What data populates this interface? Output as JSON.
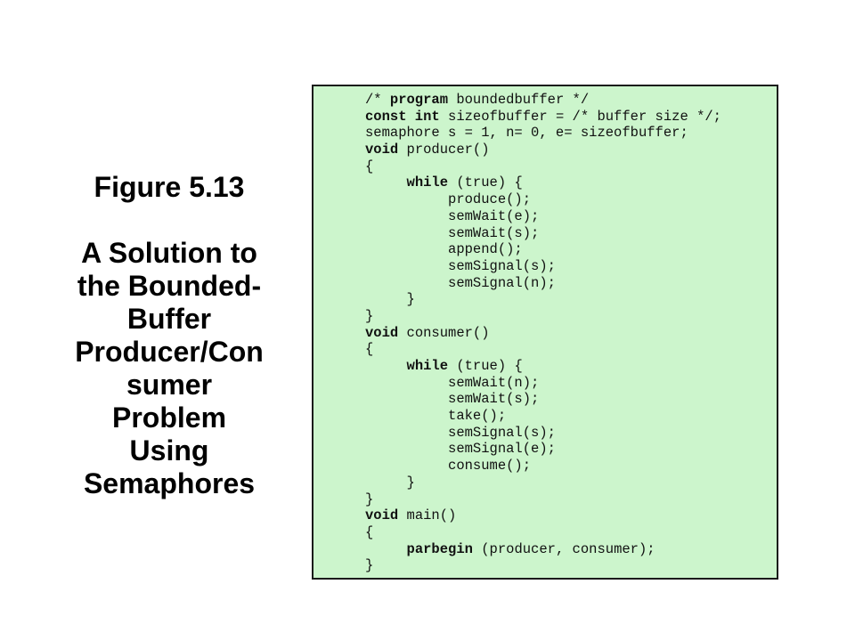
{
  "caption": {
    "figure_number": "Figure 5.13",
    "title_lines": [
      "A Solution to",
      "the Bounded-",
      "Buffer",
      "Producer/Con",
      "sumer",
      "Problem",
      "Using",
      "Semaphores"
    ]
  },
  "code": {
    "background_color": "#ccf5cc",
    "lines": [
      {
        "indent": 0,
        "parts": [
          {
            "t": "/* "
          },
          {
            "t": "program",
            "b": true
          },
          {
            "t": " boundedbuffer */"
          }
        ]
      },
      {
        "indent": 0,
        "parts": [
          {
            "t": "const int",
            "b": true
          },
          {
            "t": " sizeofbuffer = /* buffer size */;"
          }
        ]
      },
      {
        "indent": 0,
        "parts": [
          {
            "t": "semaphore s = 1, n= 0, e= sizeofbuffer;"
          }
        ]
      },
      {
        "indent": 0,
        "parts": [
          {
            "t": "void",
            "b": true
          },
          {
            "t": " producer()"
          }
        ]
      },
      {
        "indent": 0,
        "parts": [
          {
            "t": "{"
          }
        ]
      },
      {
        "indent": 1,
        "parts": [
          {
            "t": "while",
            "b": true
          },
          {
            "t": " (true) {"
          }
        ]
      },
      {
        "indent": 2,
        "parts": [
          {
            "t": "produce();"
          }
        ]
      },
      {
        "indent": 2,
        "parts": [
          {
            "t": "semWait(e);"
          }
        ]
      },
      {
        "indent": 2,
        "parts": [
          {
            "t": "semWait(s);"
          }
        ]
      },
      {
        "indent": 2,
        "parts": [
          {
            "t": "append();"
          }
        ]
      },
      {
        "indent": 2,
        "parts": [
          {
            "t": "semSignal(s);"
          }
        ]
      },
      {
        "indent": 2,
        "parts": [
          {
            "t": "semSignal(n);"
          }
        ]
      },
      {
        "indent": 1,
        "parts": [
          {
            "t": "}"
          }
        ]
      },
      {
        "indent": 0,
        "parts": [
          {
            "t": "}"
          }
        ]
      },
      {
        "indent": 0,
        "parts": [
          {
            "t": "void",
            "b": true
          },
          {
            "t": " consumer()"
          }
        ]
      },
      {
        "indent": 0,
        "parts": [
          {
            "t": "{"
          }
        ]
      },
      {
        "indent": 1,
        "parts": [
          {
            "t": "while",
            "b": true
          },
          {
            "t": " (true) {"
          }
        ]
      },
      {
        "indent": 2,
        "parts": [
          {
            "t": "semWait(n);"
          }
        ]
      },
      {
        "indent": 2,
        "parts": [
          {
            "t": "semWait(s);"
          }
        ]
      },
      {
        "indent": 2,
        "parts": [
          {
            "t": "take();"
          }
        ]
      },
      {
        "indent": 2,
        "parts": [
          {
            "t": "semSignal(s);"
          }
        ]
      },
      {
        "indent": 2,
        "parts": [
          {
            "t": "semSignal(e);"
          }
        ]
      },
      {
        "indent": 2,
        "parts": [
          {
            "t": "consume();"
          }
        ]
      },
      {
        "indent": 1,
        "parts": [
          {
            "t": "}"
          }
        ]
      },
      {
        "indent": 0,
        "parts": [
          {
            "t": "}"
          }
        ]
      },
      {
        "indent": 0,
        "parts": [
          {
            "t": "void",
            "b": true
          },
          {
            "t": " main()"
          }
        ]
      },
      {
        "indent": 0,
        "parts": [
          {
            "t": "{"
          }
        ]
      },
      {
        "indent": 1,
        "parts": [
          {
            "t": "parbegin",
            "b": true
          },
          {
            "t": " (producer, consumer);"
          }
        ]
      },
      {
        "indent": 0,
        "parts": [
          {
            "t": "}"
          }
        ]
      }
    ]
  }
}
